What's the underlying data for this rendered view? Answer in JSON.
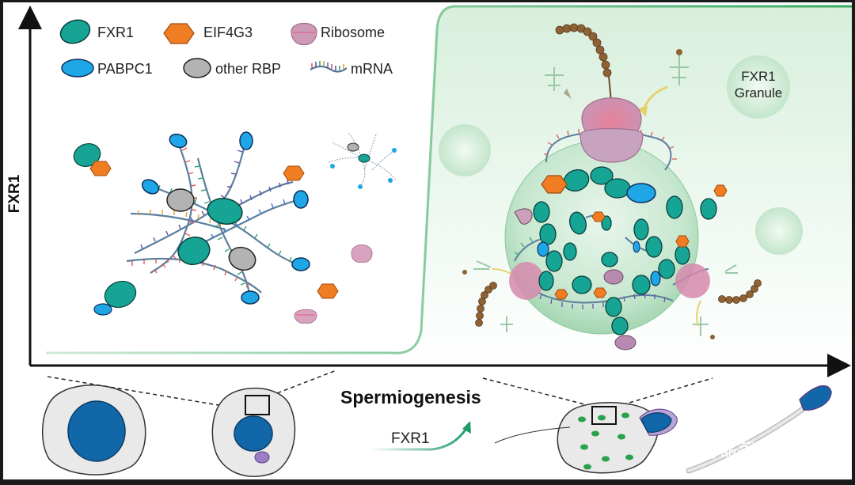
{
  "legend": {
    "fxr1": "FXR1",
    "eif4g3": "EIF4G3",
    "ribosome": "Ribosome",
    "pabpc1": "PABPC1",
    "other_rbp": "other RBP",
    "mrna": "mRNA"
  },
  "axes": {
    "y_label": "FXR1",
    "x_label": "Spermiogenesis"
  },
  "granule": {
    "label_line1": "FXR1",
    "label_line2": "Granule"
  },
  "bottom": {
    "fxr1_trend_label": "FXR1"
  },
  "watermark": "知乎 @晶莱生物鹏",
  "colors": {
    "fxr1": "#16a595",
    "eif4g3": "#f07d22",
    "ribosome": "#d79ab8",
    "pabpc1": "#1fa6e6",
    "other_rbp": "#b3b3b3",
    "granule": "#bfe5c8",
    "nucleus": "#1167a8",
    "cell": "#e9e9ea",
    "border": "#2c9e54"
  }
}
